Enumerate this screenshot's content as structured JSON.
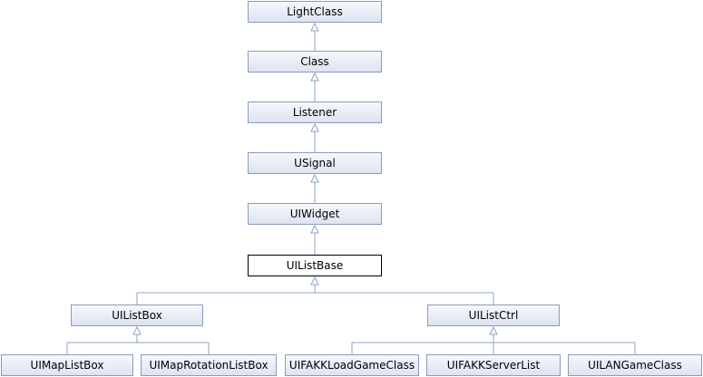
{
  "colors": {
    "edge": "#8ea4c4",
    "node_border": "#8a9bbd",
    "current_border": "#000000"
  },
  "nodes": {
    "lightclass": "LightClass",
    "class": "Class",
    "listener": "Listener",
    "usignal": "USignal",
    "uiwidget": "UIWidget",
    "uilistbase": "UIListBase",
    "uilistbox": "UIListBox",
    "uilistctrl": "UIListCtrl",
    "uimaplistbox": "UIMapListBox",
    "uimaprotationlistbox": "UIMapRotationListBox",
    "uifakkloadgameclass": "UIFAKKLoadGameClass",
    "uifakkserverlist": "UIFAKKServerList",
    "uilangameclass": "UILANGameClass"
  },
  "edges": [
    [
      "class",
      "lightclass"
    ],
    [
      "listener",
      "class"
    ],
    [
      "usignal",
      "listener"
    ],
    [
      "uiwidget",
      "usignal"
    ],
    [
      "uilistbase",
      "uiwidget"
    ],
    [
      "uilistbox",
      "uilistbase"
    ],
    [
      "uilistctrl",
      "uilistbase"
    ],
    [
      "uimaplistbox",
      "uilistbox"
    ],
    [
      "uimaprotationlistbox",
      "uilistbox"
    ],
    [
      "uifakkloadgameclass",
      "uilistctrl"
    ],
    [
      "uifakkserverlist",
      "uilistctrl"
    ],
    [
      "uilangameclass",
      "uilistctrl"
    ]
  ]
}
